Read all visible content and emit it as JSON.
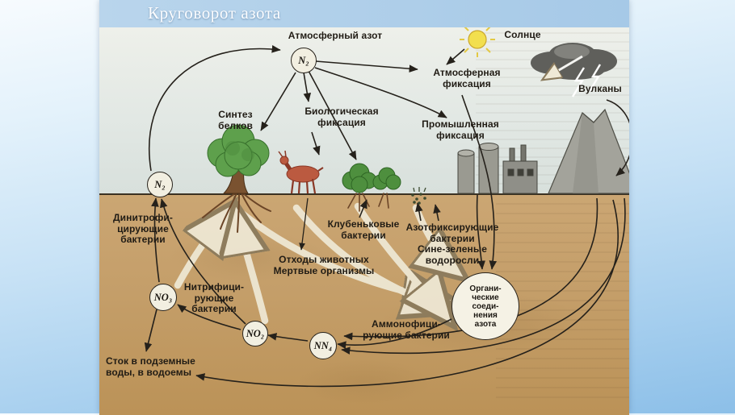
{
  "slide": {
    "title": "Круговорот азота"
  },
  "diagram": {
    "labels": {
      "atmospheric_nitrogen": "Атмосферный азот",
      "sun": "Солнце",
      "atmospheric_fixation": "Атмосферная\nфиксация",
      "volcanoes": "Вулканы",
      "biological_fixation": "Биологическая\nфиксация",
      "industrial_fixation": "Промышленная\nфиксация",
      "protein_synthesis": "Синтез\nбелков",
      "denitrifying_bacteria": "Динитрофи-\nцирующие\nбактерии",
      "nodule_bacteria": "Клубеньковые\nбактерии",
      "nitrogen_fixing_bacteria": "Азотфиксирующие\nбактерии\nСине-зеленые\nводоросли",
      "animal_waste": "Отходы животных\nМертвые организмы",
      "nitrifying_bacteria": "Нитрифици-\nрующие\nбактерии",
      "ammonifying_bacteria": "Аммонофици-\nрующие бактерии",
      "runoff": "Сток в подземные\nводы, в водоемы"
    },
    "nodes": {
      "n2_top": "N₂",
      "n2_left": "N₂",
      "no3": "NO₃",
      "no2": "NO₂",
      "nh4": "NN₄",
      "organic_compounds": "Органи-\nческие\nсоеди-\nнения\nазота"
    }
  }
}
